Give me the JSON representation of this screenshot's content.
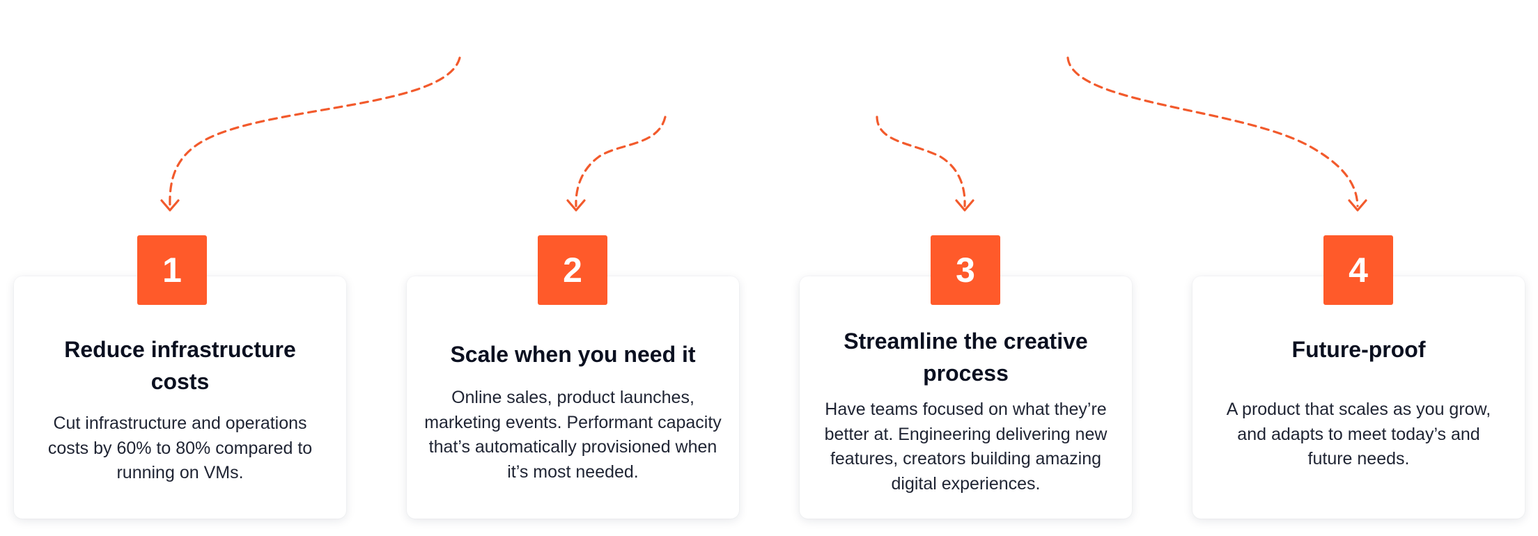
{
  "accent_color": "#ff5a2a",
  "cards": [
    {
      "number": "1",
      "title": "Reduce infrastructure costs",
      "text": "Cut  infrastructure and operations costs by 60% to 80% compared to running on VMs."
    },
    {
      "number": "2",
      "title": "Scale when you need it",
      "text": "Online sales, product launches, marketing events. Performant capacity that’s automatically provisioned when it’s most needed."
    },
    {
      "number": "3",
      "title": "Streamline the creative process",
      "text": "Have teams focused on what they’re better at. Engineering delivering new features, creators building amazing digital experiences."
    },
    {
      "number": "4",
      "title": "Future-proof",
      "text": "A product that scales as you grow, and adapts to meet today’s and future needs."
    }
  ]
}
